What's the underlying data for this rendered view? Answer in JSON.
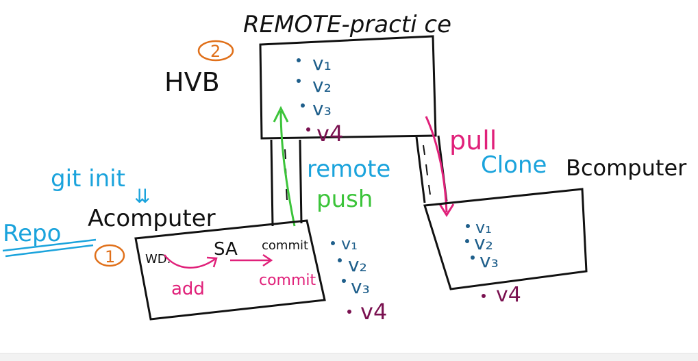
{
  "colors": {
    "ink": "#111111",
    "blue": "#1aa3dc",
    "navy": "#1f5f8b",
    "green": "#3cc43a",
    "magenta": "#e0217a",
    "maroon": "#7a1150",
    "orange": "#e0701a"
  },
  "labels": {
    "remote_title": "REMOTE-practi ce",
    "hub_label": "HVB",
    "hub_number": "2",
    "git_init": "git  init",
    "init_arrow": "⇊",
    "repo": "Repo",
    "a_computer": "Acomputer",
    "a_number": "1",
    "remote": "remote",
    "push": "push",
    "pull": "pull",
    "clone": "Clone",
    "b_computer": "Bcomputer",
    "wd": "WD.",
    "sa": "SA",
    "commit_stage": "commit",
    "add": "add",
    "commit_action": "commit"
  },
  "versions": {
    "hub": [
      "v₁",
      "v₂",
      "v₃",
      "v4"
    ],
    "a": [
      "v₁",
      "v₂",
      "v₃",
      "v4"
    ],
    "b": [
      "v₁",
      "v₂",
      "v₃",
      "v4"
    ]
  }
}
